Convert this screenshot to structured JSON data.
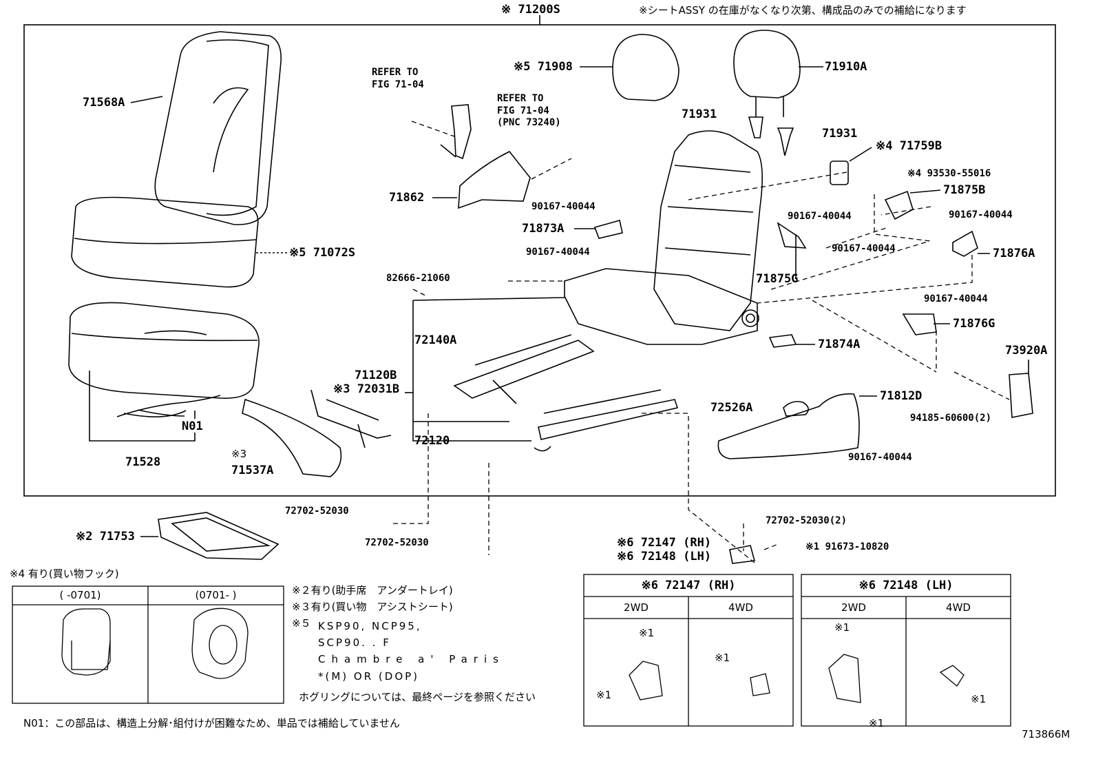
{
  "assembly_no": "※ 71200S",
  "stock_note": "※シートASSY の在庫がなくなり次第、構成品のみでの補給になります",
  "parts": {
    "p71568A": "71568A",
    "p71072S": "※5 71072S",
    "p71528": "71528",
    "pN01": "N01",
    "p71537A_mark": "※3",
    "p71537A": "71537A",
    "p72031B": "※3 72031B",
    "p71120B": "71120B",
    "p72140A": "72140A",
    "p72120": "72120",
    "p71862": "71862",
    "p90167_a": "90167-40044",
    "p71873A": "71873A",
    "p90167_b": "90167-40044",
    "p82666": "82666-21060",
    "p71908": "※5 71908",
    "p71910A": "71910A",
    "p71931a": "71931",
    "p71931b": "71931",
    "p71759B": "※4 71759B",
    "p93530": "※4 93530-55016",
    "p71875B": "71875B",
    "p90167_c": "90167-40044",
    "p90167_d": "90167-40044",
    "p90167_e": "90167-40044",
    "p71876A": "71876A",
    "p71875G": "71875G",
    "p90167_f": "90167-40044",
    "p71876G": "71876G",
    "p71874A": "71874A",
    "p73920A": "73920A",
    "p71812D": "71812D",
    "p72526A": "72526A",
    "p94185": "94185-60600(2)",
    "p90167_g": "90167-40044",
    "p72702_a": "72702-52030",
    "p72702_b": "72702-52030",
    "p72702_c": "72702-52030(2)",
    "p72147": "※6 72147 (RH)",
    "p72148": "※6 72148 (LH)",
    "p91673": "※1 91673-10820",
    "p71753": "※2 71753"
  },
  "refer": {
    "ref1": "REFER TO\nFIG 71-04",
    "ref2": "REFER TO\nFIG 71-04\n(PNC 73240)"
  },
  "notes": {
    "note4": "※4 有り(買い物フック)",
    "note2": "※２有り(助手席　アンダートレイ)",
    "note3": "※３有り(買い物　アシストシート)",
    "note5_mark": "※５",
    "note5_l1": "KSP90, NCP95,",
    "note5_l2": "SCP90. . F",
    "note5_l3": "Chambre a' Paris",
    "note5_l4": "*(M)  OR  (DOP)",
    "hog": "ホグリングについては、最終ページを参照ください",
    "n01": "N01：この部品は、構造上分解･組付けが困難なため、単品では補給していません",
    "fig_id": "713866M"
  },
  "table4": {
    "col1": "(      -0701)",
    "col2": "(0701-      )"
  },
  "table_rh": {
    "title": "※6 72147 (RH)",
    "c2wd": "2WD",
    "c4wd": "4WD",
    "m1": "※1",
    "m2": "※1",
    "m3": "※1"
  },
  "table_lh": {
    "title": "※6 72148 (LH)",
    "c2wd": "2WD",
    "c4wd": "4WD",
    "m1": "※1",
    "m2": "※1",
    "m3": "※1"
  }
}
